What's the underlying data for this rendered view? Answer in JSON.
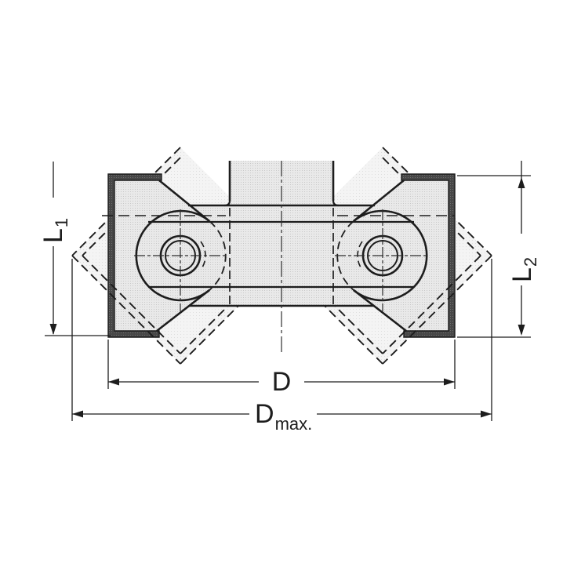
{
  "drawing": {
    "labels": {
      "l1": {
        "letter": "L",
        "subscript": "1"
      },
      "l2": {
        "letter": "L",
        "subscript": "2"
      },
      "d": {
        "letter": "D"
      },
      "dmax": {
        "letter": "D",
        "subscript": "max."
      }
    },
    "colors": {
      "background": "#ffffff",
      "line": "#1d1d1d",
      "centerline": "#2e2e2e",
      "body_fill_base": "#e9e9e9",
      "body_fill_dot": "#c8c8c8",
      "envelope_fill_base": "#f4f4f4",
      "envelope_fill_dot": "#dedede",
      "edge_strip_base": "#474747",
      "edge_strip_dot": "#6f6f6f"
    }
  }
}
